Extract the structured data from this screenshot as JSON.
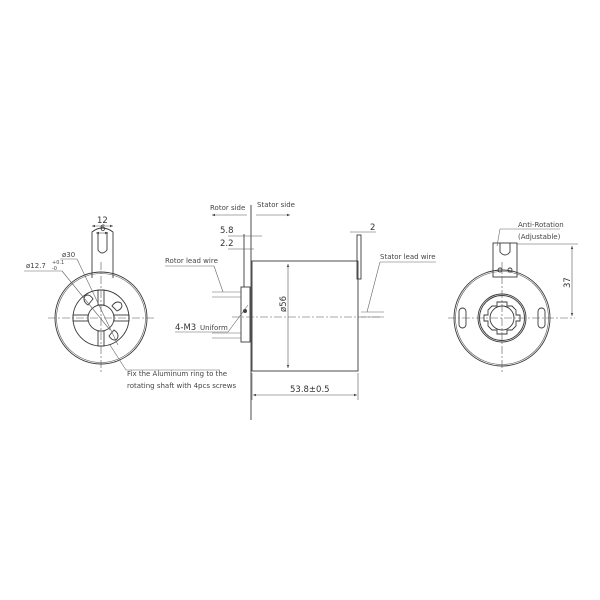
{
  "left_view": {
    "dim_tab_outer": "12",
    "dim_tab_inner": "6",
    "dim_ring": "ø30",
    "dim_bore": "ø12.7",
    "dim_bore_tol_upper": "+0.1",
    "dim_bore_tol_lower": "-0",
    "note_line1": "Fix the Aluminum ring to the",
    "note_line2": "rotating shaft with 4pcs screws"
  },
  "side_view": {
    "rotor_side": "Rotor side",
    "stator_side": "Stator side",
    "dim_flange_58": "5.8",
    "dim_flange_22": "2.2",
    "dim_plate": "2",
    "rotor_lead_wire": "Rotor lead wire",
    "stator_lead_wire": "Stator lead wire",
    "screws": "4-M3",
    "screws_note": "Uniform",
    "dim_diameter": "ø56",
    "dim_length": "53.8±0.5"
  },
  "right_view": {
    "anti_rotation": "Anti-Rotation",
    "adjustable": "(Adjustable)",
    "dim_height": "37"
  },
  "colors": {
    "line": "#3a3a3a",
    "text": "#444444"
  }
}
